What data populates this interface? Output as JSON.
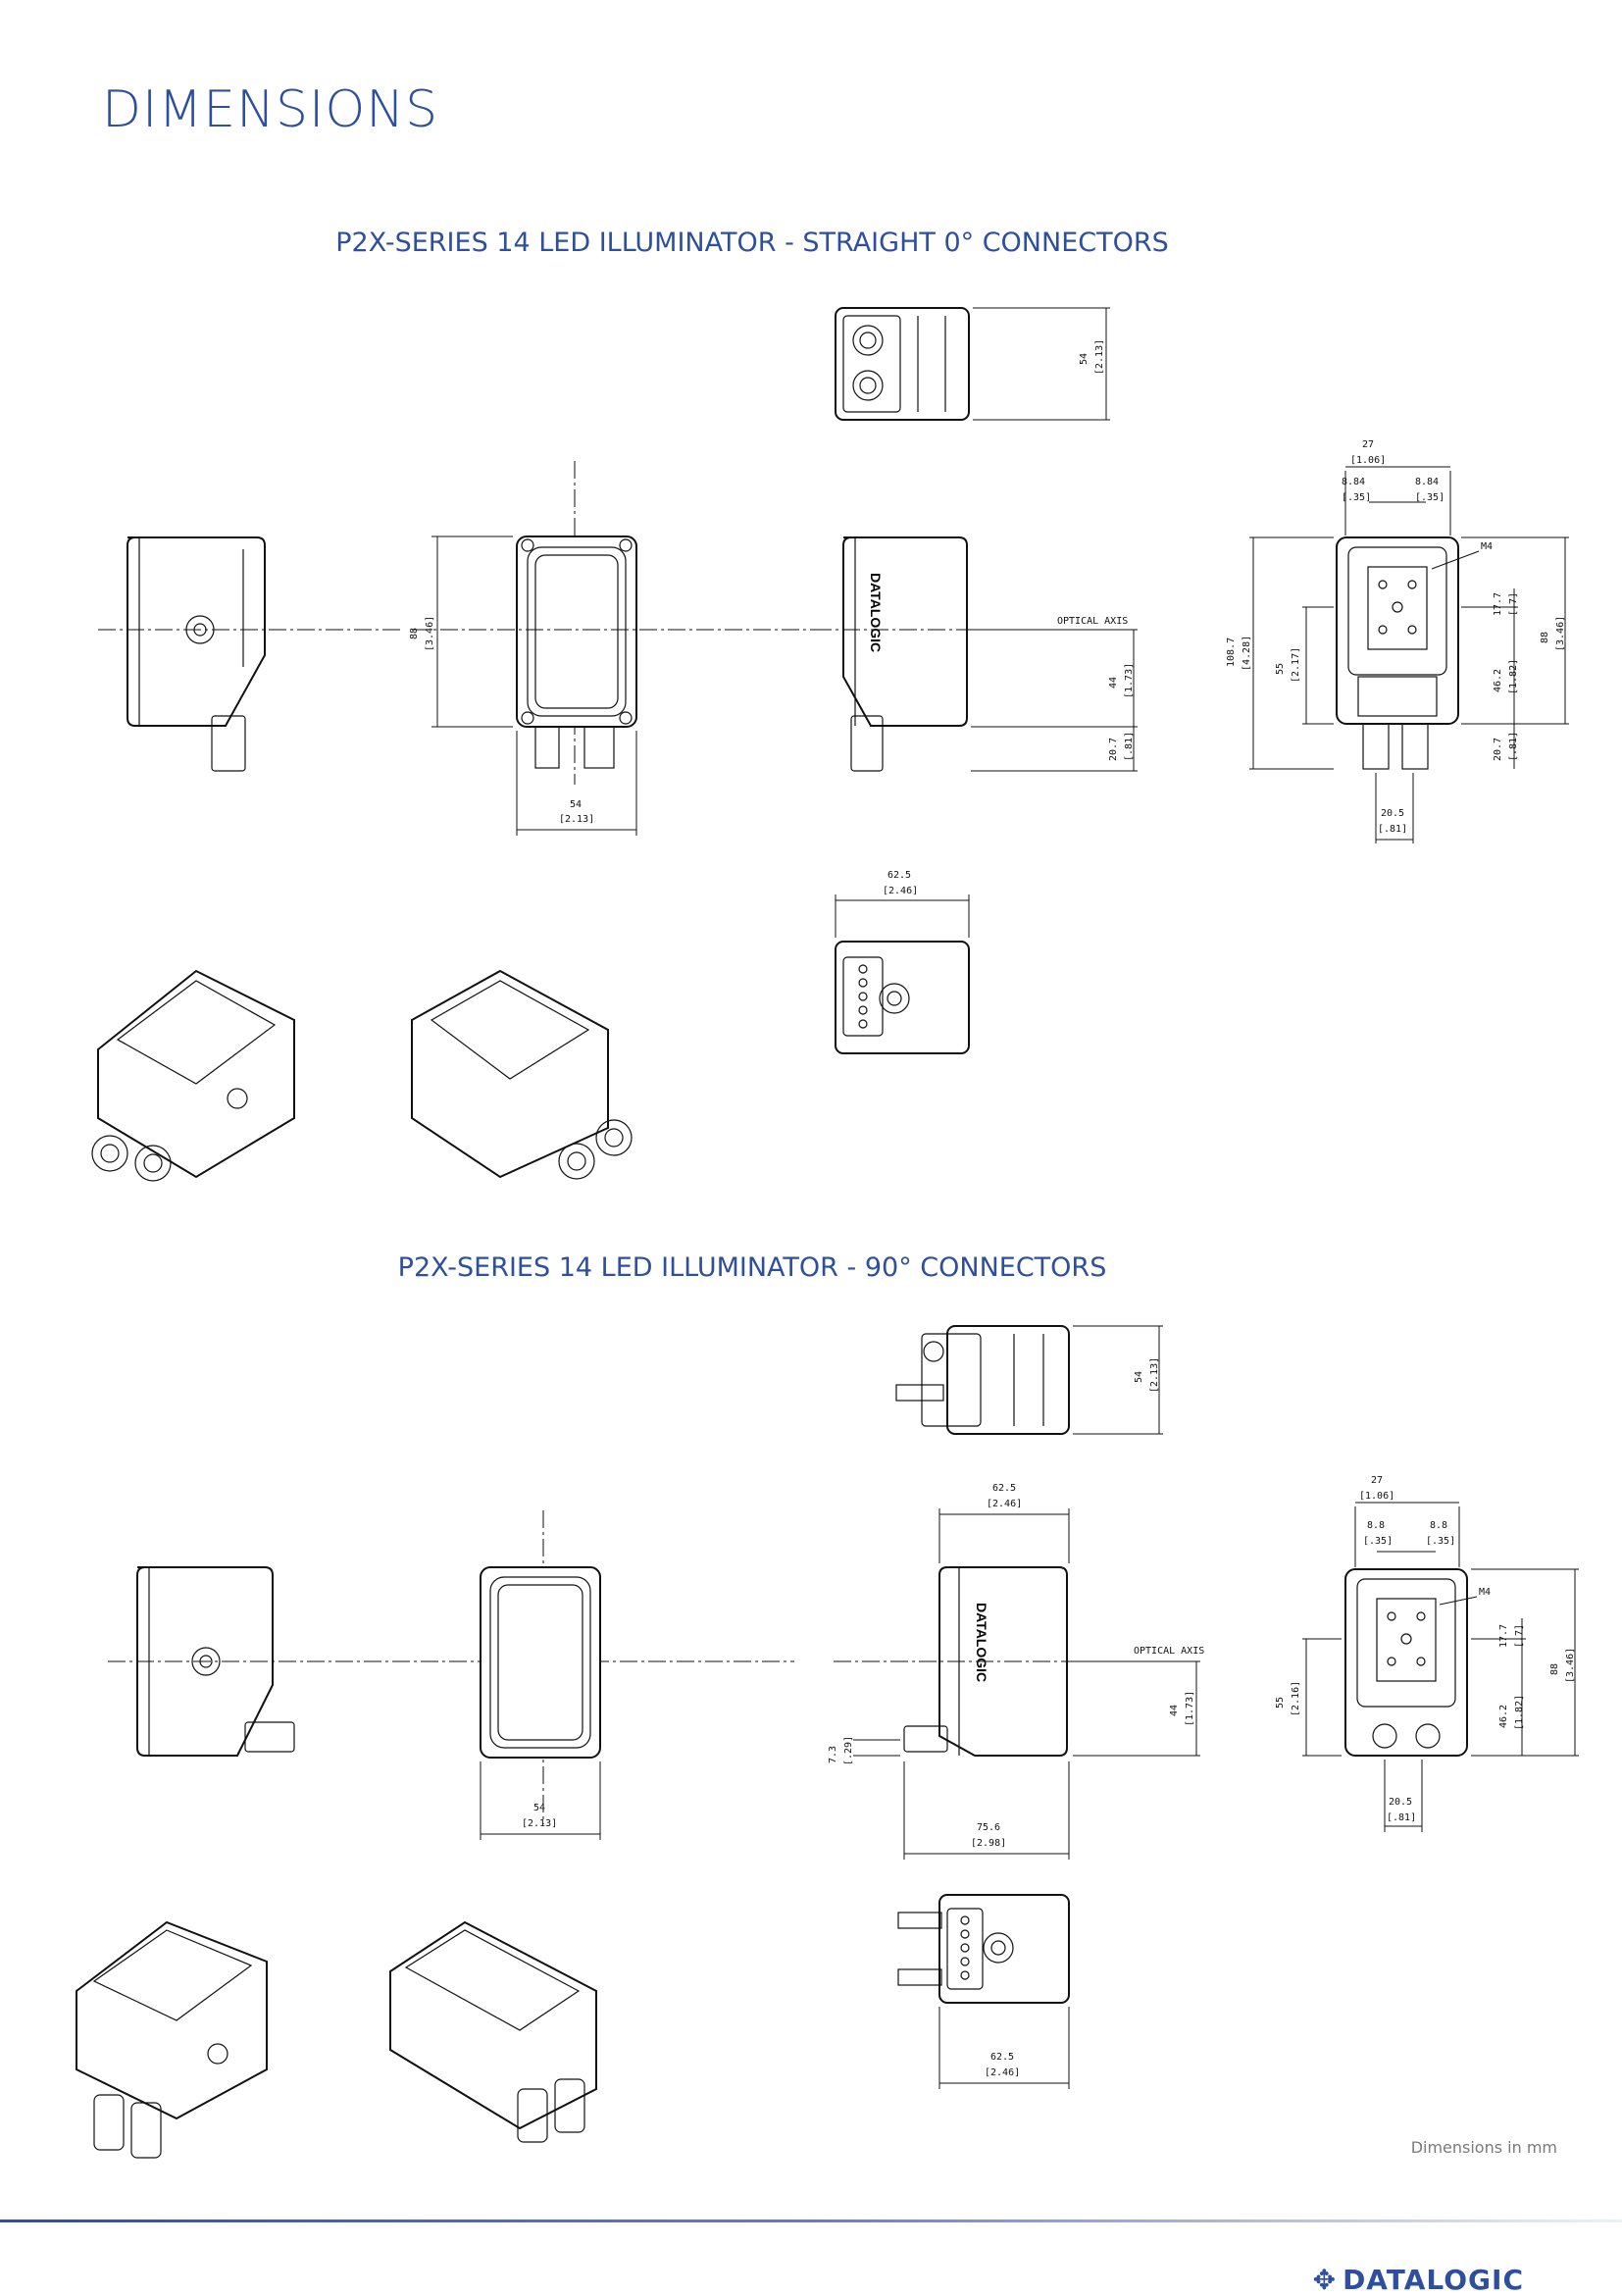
{
  "page": {
    "title": "DIMENSIONS",
    "units_note": "Dimensions in mm",
    "brand": "DATALOGIC",
    "brand_color": "#2d4f9e"
  },
  "sections": [
    {
      "title": "P2X-SERIES 14 LED ILLUMINATOR - STRAIGHT  0° CONNECTORS",
      "labels": {
        "top_height": "54",
        "top_height_in": "[2.13]",
        "front_height": "88",
        "front_height_in": "[3.46]",
        "front_width": "54",
        "front_width_in": "[2.13]",
        "optical_axis": "OPTICAL AXIS",
        "axis_44": "44",
        "axis_44_in": "[1.73]",
        "conn_20_7": "20.7",
        "conn_20_7_in": "[.81]",
        "bottom_width": "62.5",
        "bottom_width_in": "[2.46]",
        "back_27": "27",
        "back_27_in": "[1.06]",
        "back_884a": "8.84",
        "back_884a_in": "[.35]",
        "back_884b": "8.84",
        "back_884b_in": "[.35]",
        "back_m4": "M4",
        "back_177": "17.7",
        "back_177_in": "[.7]",
        "back_1087": "108.7",
        "back_1087_in": "[4.28]",
        "back_55": "55",
        "back_55_in": "[2.17]",
        "back_88": "88",
        "back_88_in": "[3.46]",
        "back_462": "46.2",
        "back_462_in": "[1.82]",
        "back_207": "20.7",
        "back_207_in": "[.81]",
        "back_205": "20.5",
        "back_205_in": "[.81]"
      }
    },
    {
      "title": "P2X-SERIES 14 LED ILLUMINATOR - 90° CONNECTORS",
      "labels": {
        "top_height": "54",
        "top_height_in": "[2.13]",
        "side_width": "62.5",
        "side_width_in": "[2.46]",
        "optical_axis": "OPTICAL AXIS",
        "axis_44": "44",
        "axis_44_in": "[1.73]",
        "conn_7_3": "7.3",
        "conn_7_3_in": "[.29]",
        "side_756": "75.6",
        "side_756_in": "[2.98]",
        "front_width": "54",
        "front_width_in": "[2.13]",
        "bottom_width": "62.5",
        "bottom_width_in": "[2.46]",
        "back_27": "27",
        "back_27_in": "[1.06]",
        "back_88a": "8.8",
        "back_88a_in": "[.35]",
        "back_88b": "8.8",
        "back_88b_in": "[.35]",
        "back_m4": "M4",
        "back_177": "17.7",
        "back_177_in": "[.7]",
        "back_55": "55",
        "back_55_in": "[2.16]",
        "back_88": "88",
        "back_88_in": "[3.46]",
        "back_462": "46.2",
        "back_462_in": "[1.82]",
        "back_205": "20.5",
        "back_205_in": "[.81]"
      }
    }
  ]
}
